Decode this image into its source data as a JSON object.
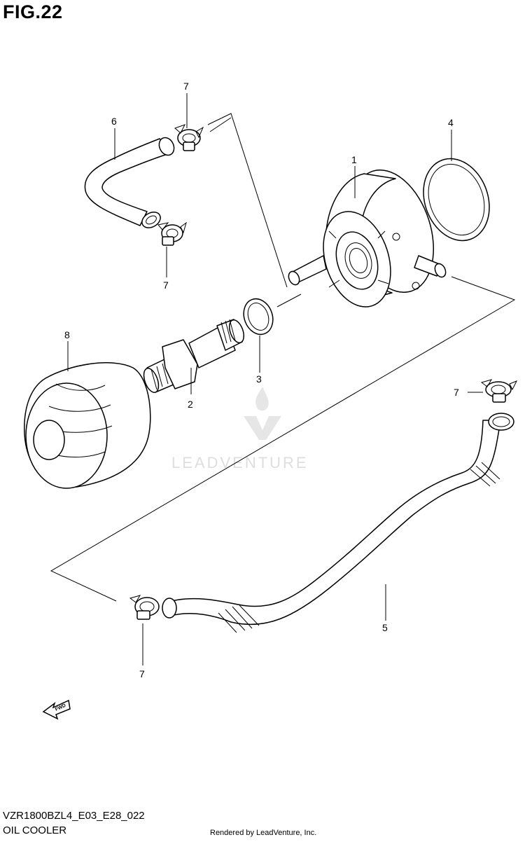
{
  "figure": {
    "title": "FIG.22"
  },
  "callouts": {
    "c1": "1",
    "c2": "2",
    "c3": "3",
    "c4": "4",
    "c5": "5",
    "c6": "6",
    "c7a": "7",
    "c7b": "7",
    "c7c": "7",
    "c7d": "7",
    "c8": "8"
  },
  "fwd_label": "FWD",
  "watermark": "LEADVENTURE",
  "footer": {
    "code": "VZR1800BZL4_E03_E28_022",
    "name": "OIL COOLER",
    "credit": "Rendered by LeadVenture, Inc."
  }
}
